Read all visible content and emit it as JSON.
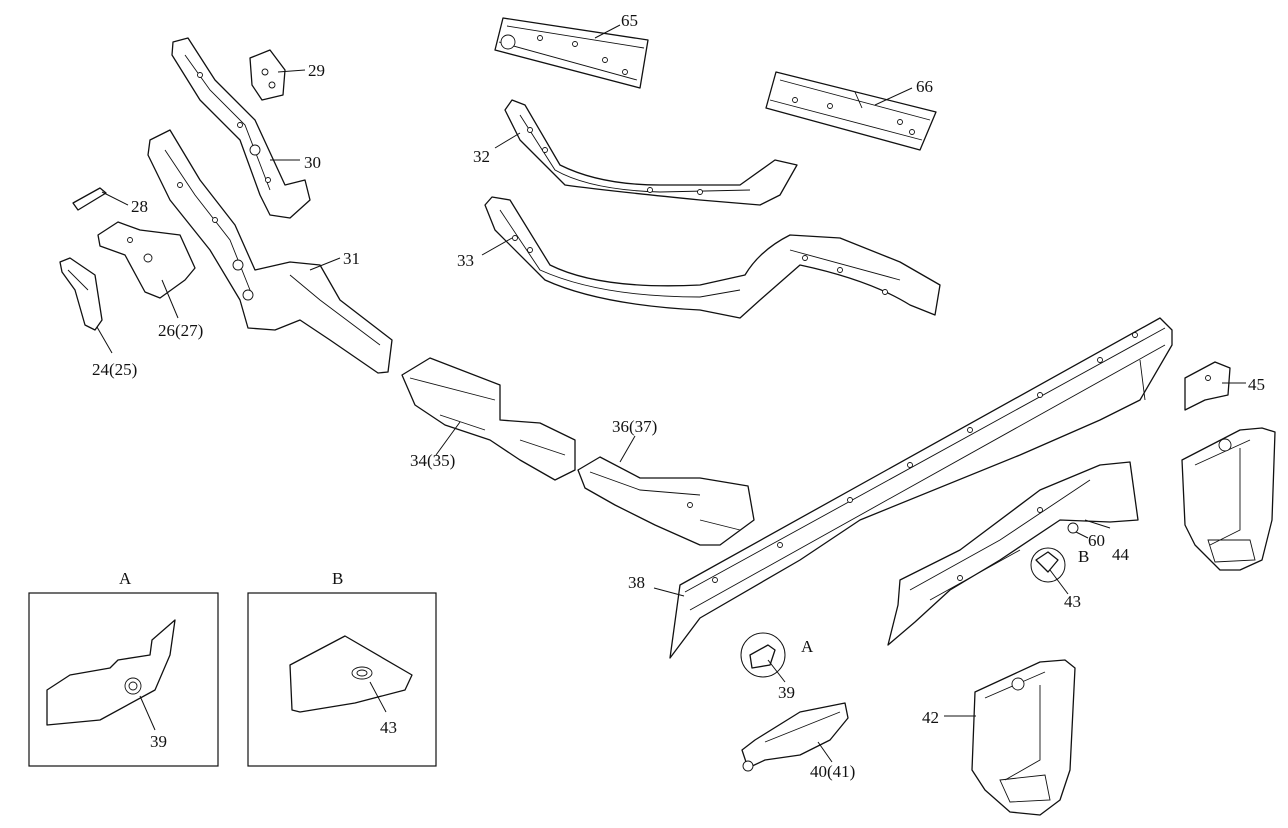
{
  "callouts": {
    "c24": "24(25)",
    "c26": "26(27)",
    "c28": "28",
    "c29": "29",
    "c30": "30",
    "c31": "31",
    "c32": "32",
    "c33": "33",
    "c34": "34(35)",
    "c36": "36(37)",
    "c38": "38",
    "c39": "39",
    "c40": "40(41)",
    "c42": "42",
    "c43": "43",
    "c44": "44",
    "c45": "45",
    "c60": "60",
    "c65": "65",
    "c66": "66",
    "markA": "A",
    "markB": "B"
  },
  "details": {
    "a_title": "A",
    "a_callout": "39",
    "b_title": "B",
    "b_callout": "43"
  }
}
